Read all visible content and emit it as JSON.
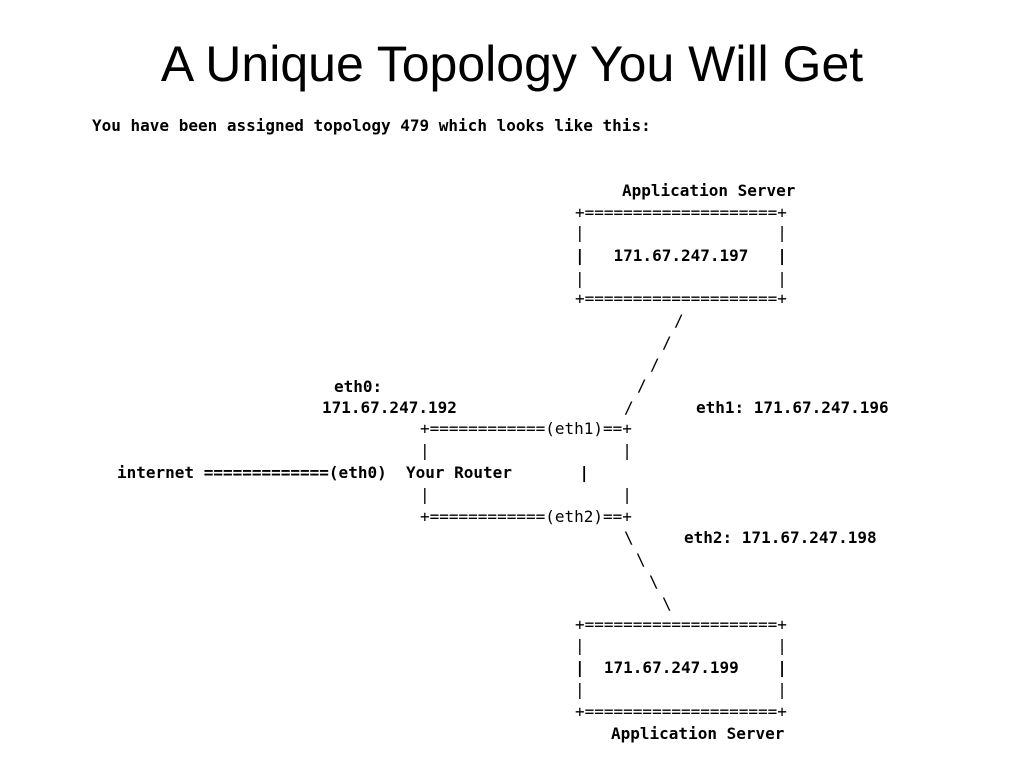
{
  "slide": {
    "title": "A Unique Topology You Will Get"
  },
  "intro": {
    "text": "You have been assigned topology 479 which looks like this:"
  },
  "server_top": {
    "label": "Application Server",
    "border_top": "+====================+",
    "side": "|                    |",
    "ip_line": "|   171.67.247.197   |",
    "border_bottom": "+====================+"
  },
  "links": {
    "slash": "/",
    "backslash": "\\"
  },
  "router": {
    "eth0_label": "eth0:",
    "eth0_ip": "171.67.247.192",
    "eth1_note": "eth1: 171.67.247.196",
    "eth2_note": "eth2: 171.67.247.198",
    "top_border": "+============(eth1)==+",
    "side": "|                    |",
    "internet_line": "internet =============(eth0)  Your Router       |",
    "bottom_border": "+============(eth2)==+"
  },
  "server_bottom": {
    "label": "Application Server",
    "border_top": "+====================+",
    "side": "|                    |",
    "ip_line": "|  171.67.247.199    |",
    "border_bottom": "+====================+"
  }
}
